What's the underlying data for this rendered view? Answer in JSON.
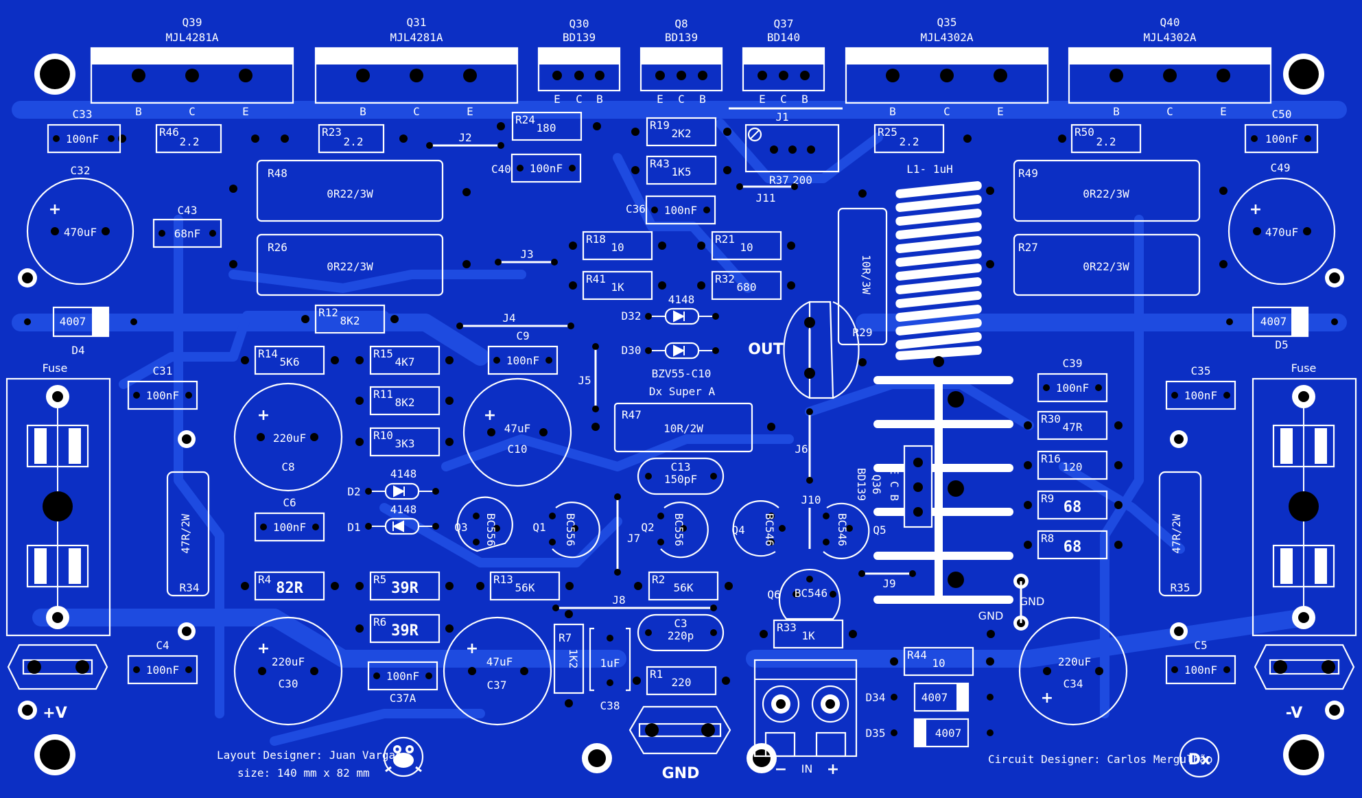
{
  "transistors_top": [
    {
      "ref": "Q39",
      "part": "MJL4281A",
      "pins": [
        "B",
        "C",
        "E"
      ]
    },
    {
      "ref": "Q31",
      "part": "MJL4281A",
      "pins": [
        "B",
        "C",
        "E"
      ]
    },
    {
      "ref": "Q30",
      "part": "BD139",
      "pins": [
        "E",
        "C",
        "B"
      ]
    },
    {
      "ref": "Q8",
      "part": "BD139",
      "pins": [
        "E",
        "C",
        "B"
      ]
    },
    {
      "ref": "Q37",
      "part": "BD140",
      "pins": [
        "E",
        "C",
        "B"
      ]
    },
    {
      "ref": "Q35",
      "part": "MJL4302A",
      "pins": [
        "B",
        "C",
        "E"
      ]
    },
    {
      "ref": "Q40",
      "part": "MJL4302A",
      "pins": [
        "B",
        "C",
        "E"
      ]
    }
  ],
  "resistors": [
    {
      "ref": "R46",
      "val": "2.2"
    },
    {
      "ref": "R23",
      "val": "2.2"
    },
    {
      "ref": "R24",
      "val": "180"
    },
    {
      "ref": "R19",
      "val": "2K2"
    },
    {
      "ref": "R43",
      "val": "1K5"
    },
    {
      "ref": "R25",
      "val": "2.2"
    },
    {
      "ref": "R50",
      "val": "2.2"
    },
    {
      "ref": "R48",
      "val": "0R22/3W"
    },
    {
      "ref": "R26",
      "val": "0R22/3W"
    },
    {
      "ref": "R49",
      "val": "0R22/3W"
    },
    {
      "ref": "R27",
      "val": "0R22/3W"
    },
    {
      "ref": "R18",
      "val": "10"
    },
    {
      "ref": "R21",
      "val": "10"
    },
    {
      "ref": "R41",
      "val": "1K"
    },
    {
      "ref": "R32",
      "val": "680"
    },
    {
      "ref": "R12",
      "val": "8K2"
    },
    {
      "ref": "R14",
      "val": "5K6"
    },
    {
      "ref": "R15",
      "val": "4K7"
    },
    {
      "ref": "R11",
      "val": "8K2"
    },
    {
      "ref": "R10",
      "val": "3K3"
    },
    {
      "ref": "R47",
      "val": "10R/2W"
    },
    {
      "ref": "R30",
      "val": "47R"
    },
    {
      "ref": "R16",
      "val": "120"
    },
    {
      "ref": "R9",
      "val": "68"
    },
    {
      "ref": "R8",
      "val": "68"
    },
    {
      "ref": "R4",
      "val": "82R"
    },
    {
      "ref": "R5",
      "val": "39R"
    },
    {
      "ref": "R6",
      "val": "39R"
    },
    {
      "ref": "R13",
      "val": "56K"
    },
    {
      "ref": "R2",
      "val": "56K"
    },
    {
      "ref": "R7",
      "val": "1K2"
    },
    {
      "ref": "R1",
      "val": "220"
    },
    {
      "ref": "R33",
      "val": "1K"
    },
    {
      "ref": "R44",
      "val": "10"
    },
    {
      "ref": "R34",
      "val": "47R/2W"
    },
    {
      "ref": "R35",
      "val": "47R/2W"
    },
    {
      "ref": "R29",
      "val": "10R/3W"
    },
    {
      "ref": "R37",
      "val": "200"
    }
  ],
  "caps": [
    {
      "ref": "C33",
      "val": "100nF"
    },
    {
      "ref": "C50",
      "val": "100nF"
    },
    {
      "ref": "C40",
      "val": "100nF"
    },
    {
      "ref": "C36",
      "val": "100nF"
    },
    {
      "ref": "C43",
      "val": "68nF"
    },
    {
      "ref": "C9",
      "val": "100nF"
    },
    {
      "ref": "C31",
      "val": "100nF"
    },
    {
      "ref": "C35",
      "val": "100nF"
    },
    {
      "ref": "C39",
      "val": "100nF"
    },
    {
      "ref": "C6",
      "val": "100nF"
    },
    {
      "ref": "C13",
      "val": "150pF"
    },
    {
      "ref": "C3",
      "val": "220p"
    },
    {
      "ref": "C4",
      "val": "100nF"
    },
    {
      "ref": "C5",
      "val": "100nF"
    },
    {
      "ref": "C37A",
      "val": "100nF"
    },
    {
      "ref": "C38",
      "val": "1uF"
    }
  ],
  "electrolytics": [
    {
      "ref": "C32",
      "val": "470uF"
    },
    {
      "ref": "C49",
      "val": "470uF"
    },
    {
      "ref": "C8",
      "val": "220uF"
    },
    {
      "ref": "C10",
      "val": "47uF"
    },
    {
      "ref": "C30",
      "val": "220uF"
    },
    {
      "ref": "C37",
      "val": "47uF"
    },
    {
      "ref": "C34",
      "val": "220uF"
    }
  ],
  "small_transistors": [
    {
      "ref": "Q3",
      "part": "BC556"
    },
    {
      "ref": "Q1",
      "part": "BC556"
    },
    {
      "ref": "Q2",
      "part": "BC556"
    },
    {
      "ref": "Q4",
      "part": "BC546"
    },
    {
      "ref": "Q5",
      "part": "BC546"
    },
    {
      "ref": "Q6",
      "part": "BC546"
    }
  ],
  "diodes": [
    {
      "ref": "D4",
      "val": "4007"
    },
    {
      "ref": "D5",
      "val": "4007"
    },
    {
      "ref": "D34",
      "val": "4007"
    },
    {
      "ref": "D35",
      "val": "4007"
    },
    {
      "ref": "D32",
      "val": "4148"
    },
    {
      "ref": "D30",
      "val": "BZV55-C10"
    },
    {
      "ref": "D2",
      "val": "4148"
    },
    {
      "ref": "D1",
      "val": "4148"
    }
  ],
  "jumpers": [
    "J1",
    "J2",
    "J3",
    "J4",
    "J5",
    "J6",
    "J7",
    "J8",
    "J9",
    "J10",
    "J11"
  ],
  "misc": {
    "inductor": "L1- 1uH",
    "driver": "Dx Super A",
    "q36": "Q36",
    "q36_part": "BD139",
    "q36_pins": "E C B",
    "out": "OUT",
    "gnd": "GND",
    "fuse": "Fuse",
    "plus_v": "+V",
    "minus_v": "-V",
    "in_label": "IN",
    "in_minus": "−",
    "in_plus": "+",
    "layout_designer": "Layout Designer:  Juan Vargas",
    "size": "size: 140 mm x 82 mm",
    "circuit_designer": "Circuit Designer:  Carlos Mergulhão",
    "logo": "Dx"
  }
}
